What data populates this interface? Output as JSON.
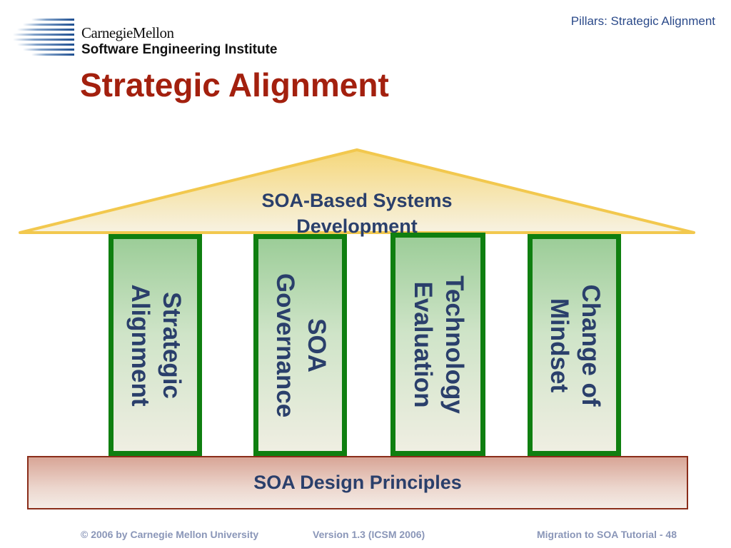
{
  "slide": {
    "header_tag": "Pillars: Strategic Alignment",
    "title": "Strategic Alignment"
  },
  "logo": {
    "icon": "sei-stripes-logo-icon",
    "line1": "CarnegieMellon",
    "line2": "Software Engineering Institute"
  },
  "diagram": {
    "roof": {
      "lines": [
        "SOA-Based Systems",
        "Development"
      ],
      "color": "#f5d77a"
    },
    "pillars": [
      {
        "lines": [
          "Strategic",
          "Alignment"
        ]
      },
      {
        "lines": [
          "SOA",
          "Governance"
        ]
      },
      {
        "lines": [
          "Technology",
          "Evaluation"
        ]
      },
      {
        "lines": [
          "Change of",
          "Mindset"
        ]
      }
    ],
    "base": {
      "label": "SOA Design Principles"
    },
    "colors": {
      "text": "#2a3f6b",
      "pillar_border": "#0f7f10",
      "base_border": "#8a2d1a",
      "title": "#a3200e"
    }
  },
  "footer": {
    "copyright": "© 2006 by Carnegie Mellon University",
    "version": "Version 1.3 (ICSM 2006)",
    "page": "Migration to SOA Tutorial - 48"
  }
}
